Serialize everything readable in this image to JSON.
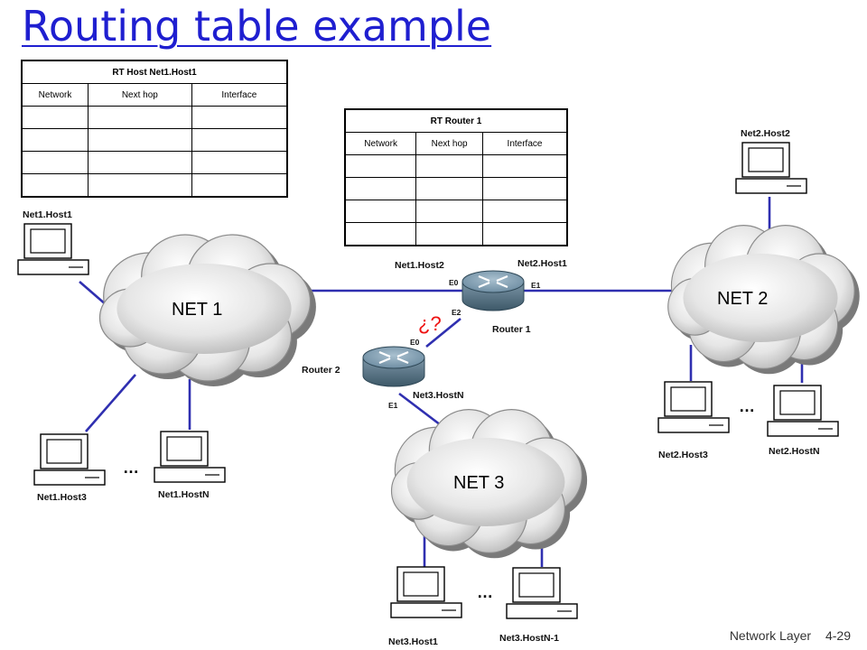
{
  "title": "Routing table example",
  "host_table": {
    "caption": "RT Host Net1.Host1",
    "headers": [
      "Network",
      "Next hop",
      "Interface"
    ],
    "empty_rows": 4
  },
  "router_table": {
    "caption": "RT Router 1",
    "headers": [
      "Network",
      "Next hop",
      "Interface"
    ],
    "empty_rows": 4
  },
  "networks": {
    "net1": "NET 1",
    "net2": "NET 2",
    "net3": "NET 3"
  },
  "routers": {
    "router1": "Router 1",
    "router2": "Router 2"
  },
  "ports": {
    "r1_e0": "E0",
    "r1_e1": "E1",
    "r1_e2": "E2",
    "r2_e0": "E0",
    "r2_e1": "E1"
  },
  "hosts": {
    "net1_host1": "Net1.Host1",
    "net1_host2": "Net1.Host2",
    "net1_host3": "Net1.Host3",
    "net1_hostN": "Net1.HostN",
    "net2_host1": "Net2.Host1",
    "net2_host2": "Net2.Host2",
    "net2_host3": "Net2.Host3",
    "net2_hostN": "Net2.HostN",
    "net3_host1": "Net3.Host1",
    "net3_hostN": "Net3.HostN",
    "net3_hostN1": "Net3.HostN-1"
  },
  "ellipsis": "…",
  "question": "¿?",
  "footer": {
    "section": "Network Layer",
    "page": "4-29"
  },
  "colors": {
    "title": "#1f1fd0",
    "link": "#2f2fb0",
    "question": "#e11111"
  }
}
